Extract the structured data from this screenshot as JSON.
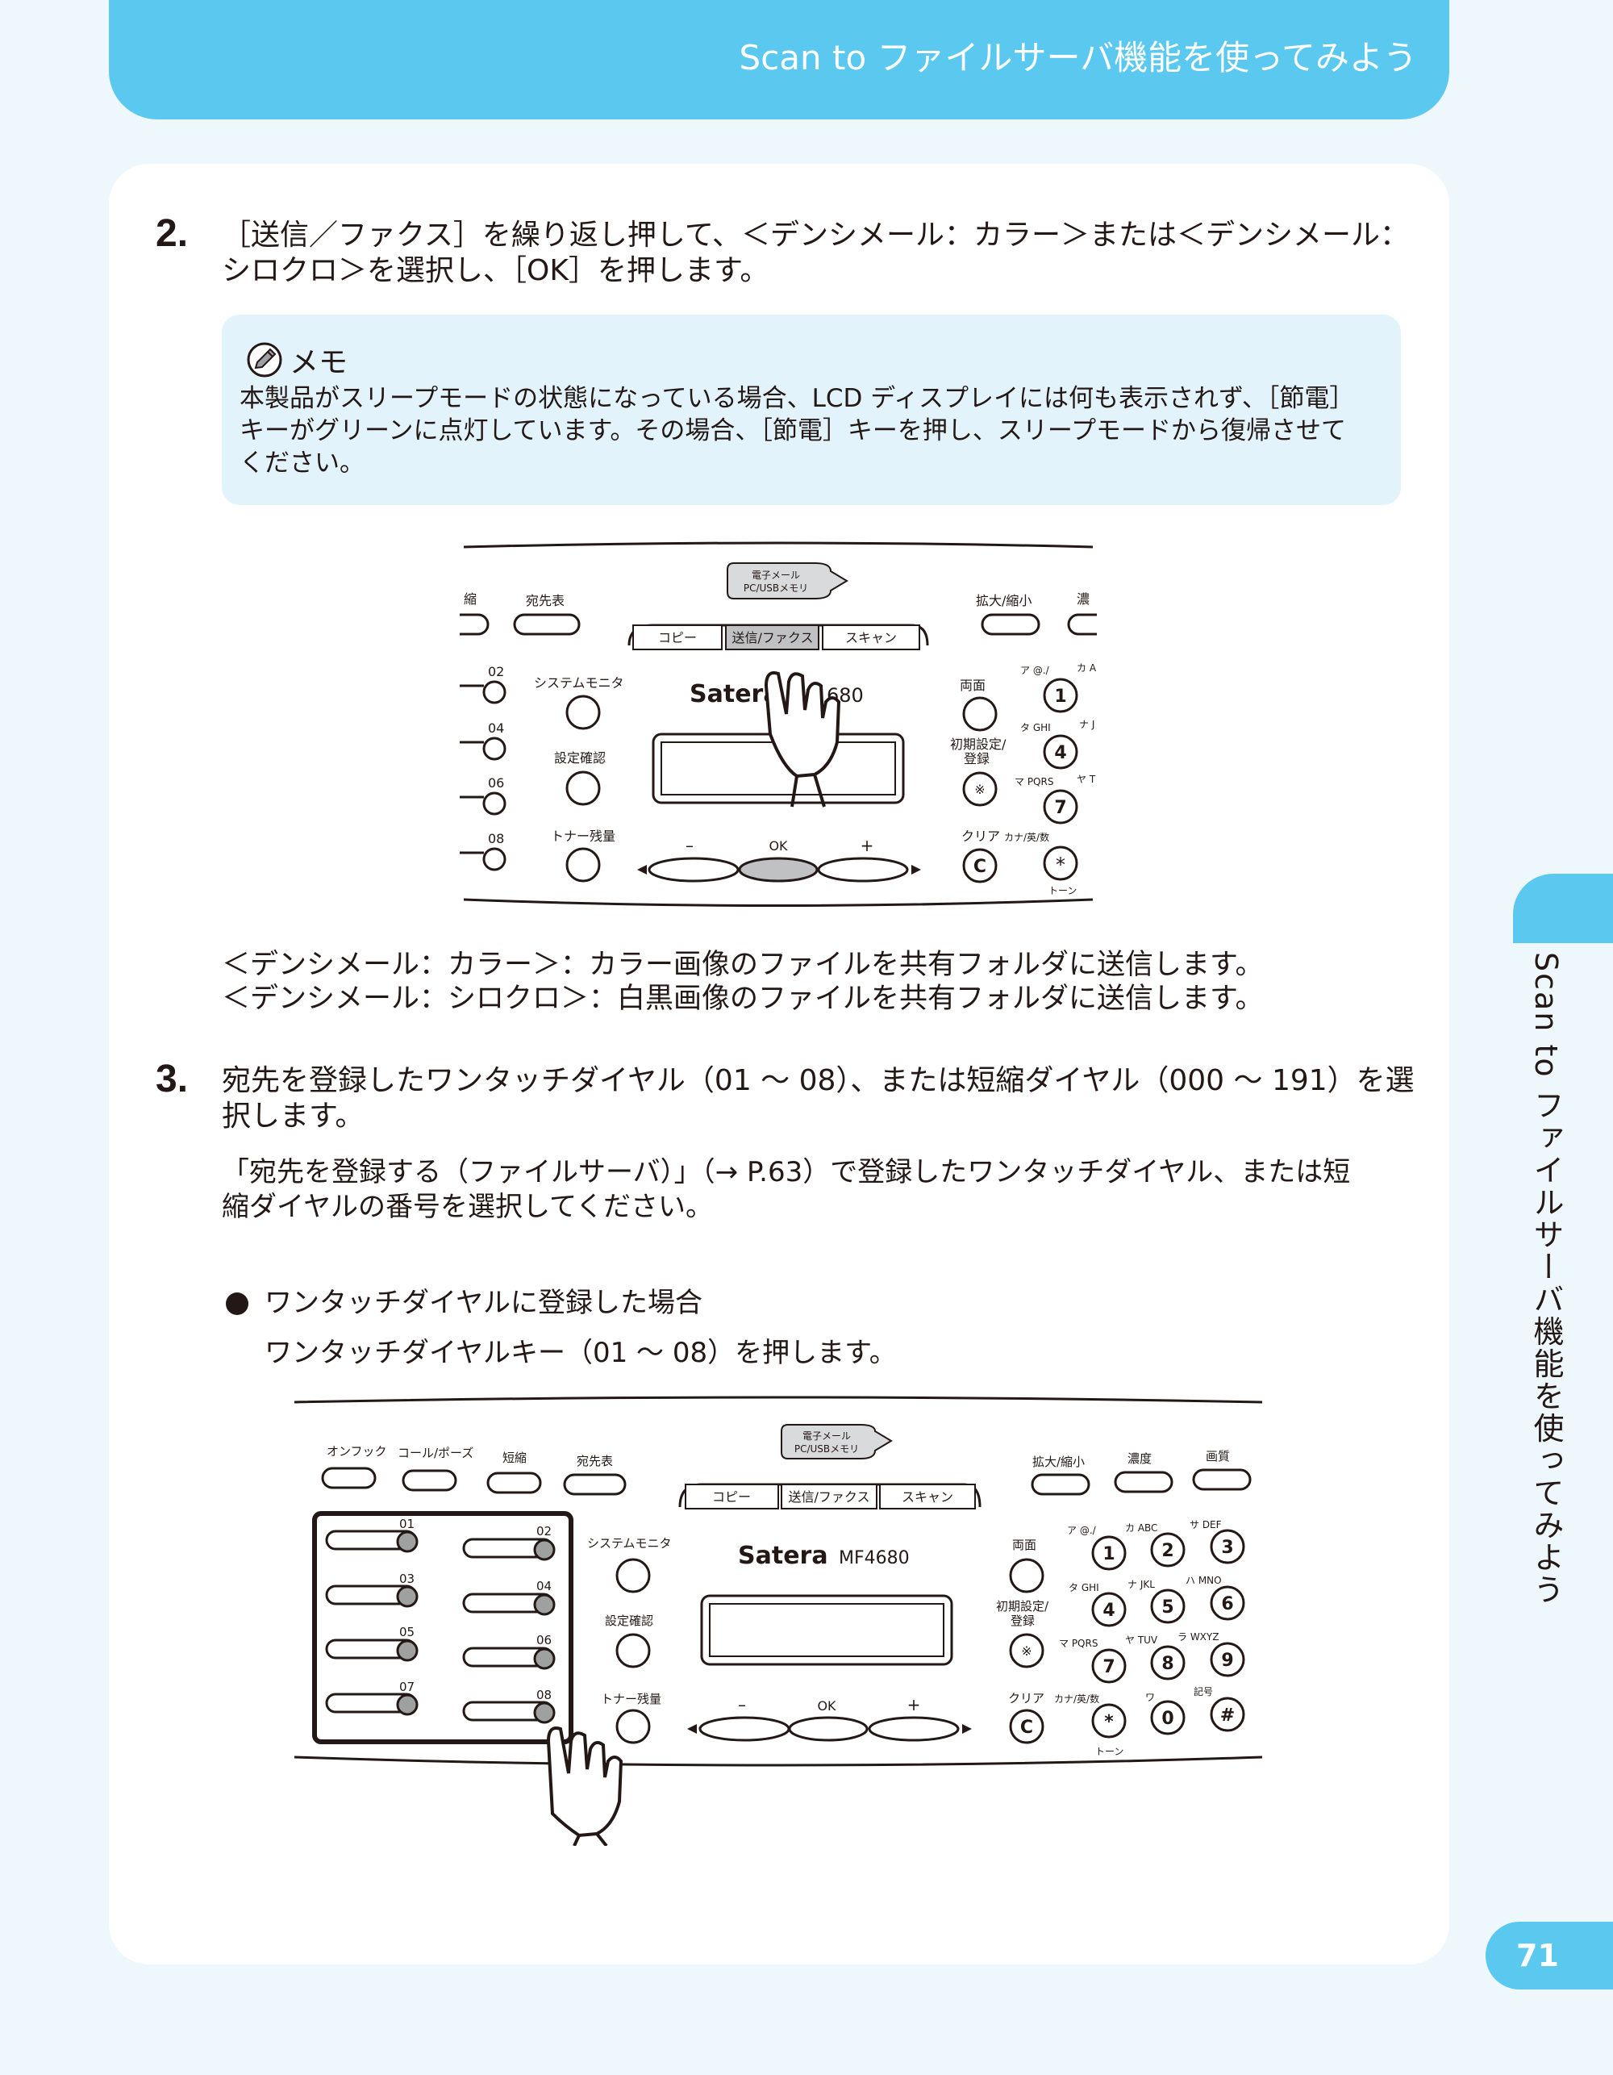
{
  "header": {
    "title": "Scan to ファイルサーバ機能を使ってみよう"
  },
  "side": {
    "title": "Scan to ファイルサーバ機能を使ってみよう",
    "page_number": "71"
  },
  "step2": {
    "number": "2.",
    "text": "［送信／ファクス］を繰り返し押して、＜デンシメール：カラー＞または＜デンシメール：\nシロクロ＞を選択し、［OK］を押します。",
    "memo_title": "メモ",
    "memo_text": "本製品がスリープモードの状態になっている場合、LCD ディスプレイには何も表示されず、［節電］\nキーがグリーンに点灯しています。その場合、［節電］キーを押し、スリープモードから復帰させて\nください。",
    "desc_color": "＜デンシメール：カラー＞：カラー画像のファイルを共有フォルダに送信します。",
    "desc_bw": "＜デンシメール：シロクロ＞：白黒画像のファイルを共有フォルダに送信します。"
  },
  "step3": {
    "number": "3.",
    "text": "宛先を登録したワンタッチダイヤル（01 〜 08）、または短縮ダイヤル（000 〜 191）を選\n択します。",
    "note": "「宛先を登録する（ファイルサーバ）」（→ P.63）で登録したワンタッチダイヤル、または短\n縮ダイヤルの番号を選択してください。",
    "bullet": "ワンタッチダイヤルに登録した場合",
    "bullet_sub": "ワンタッチダイヤルキー（01 〜 08）を押します。"
  },
  "panel1": {
    "top_left": [
      "縮",
      "宛先表"
    ],
    "tag": [
      "電子メール",
      "PC/USBメモリ"
    ],
    "tabs": [
      "コピー",
      "送信/ファクス",
      "スキャン"
    ],
    "right_top": [
      "拡大/縮小",
      "濃"
    ],
    "onetouch": [
      "02",
      "04",
      "06",
      "08"
    ],
    "mid_keys": [
      "システムモニタ",
      "設定確認",
      "トナー残量"
    ],
    "brand": "Satera",
    "model_tail": "680",
    "nav": [
      "–",
      "OK",
      "+"
    ],
    "func": [
      "両面",
      "初期設定/",
      "登録",
      "クリア"
    ],
    "num_labels": [
      "ア @./",
      "カ A",
      "タ GHI",
      "ナ J",
      "マ PQRS",
      "ヤ T",
      "カナ/英/数",
      "トーン"
    ],
    "digits": [
      "1",
      "4",
      "7"
    ],
    "star_hash": [
      "*"
    ],
    "clear": "C"
  },
  "panel2": {
    "top_left": [
      "オンフック",
      "コール/ポーズ",
      "短縮",
      "宛先表"
    ],
    "tag": [
      "電子メール",
      "PC/USBメモリ"
    ],
    "tabs": [
      "コピー",
      "送信/ファクス",
      "スキャン"
    ],
    "right_top": [
      "拡大/縮小",
      "濃度",
      "画質"
    ],
    "onetouch": [
      "01",
      "02",
      "03",
      "04",
      "05",
      "06",
      "07",
      "08"
    ],
    "mid_keys": [
      "システムモニタ",
      "設定確認",
      "トナー残量"
    ],
    "brand": "Satera",
    "model": "MF4680",
    "nav": [
      "–",
      "OK",
      "+"
    ],
    "func": [
      "両面",
      "初期設定/",
      "登録",
      "クリア"
    ],
    "num_labels": [
      "ア @./",
      "カ ABC",
      "サ DEF",
      "タ GHI",
      "ナ JKL",
      "ハ MNO",
      "マ PQRS",
      "ヤ TUV",
      "ラ WXYZ",
      "カナ/英/数",
      "ワ",
      "記号",
      "トーン"
    ],
    "digits": [
      "1",
      "2",
      "3",
      "4",
      "5",
      "6",
      "7",
      "8",
      "9",
      "*",
      "0",
      "#"
    ],
    "clear": "C"
  }
}
